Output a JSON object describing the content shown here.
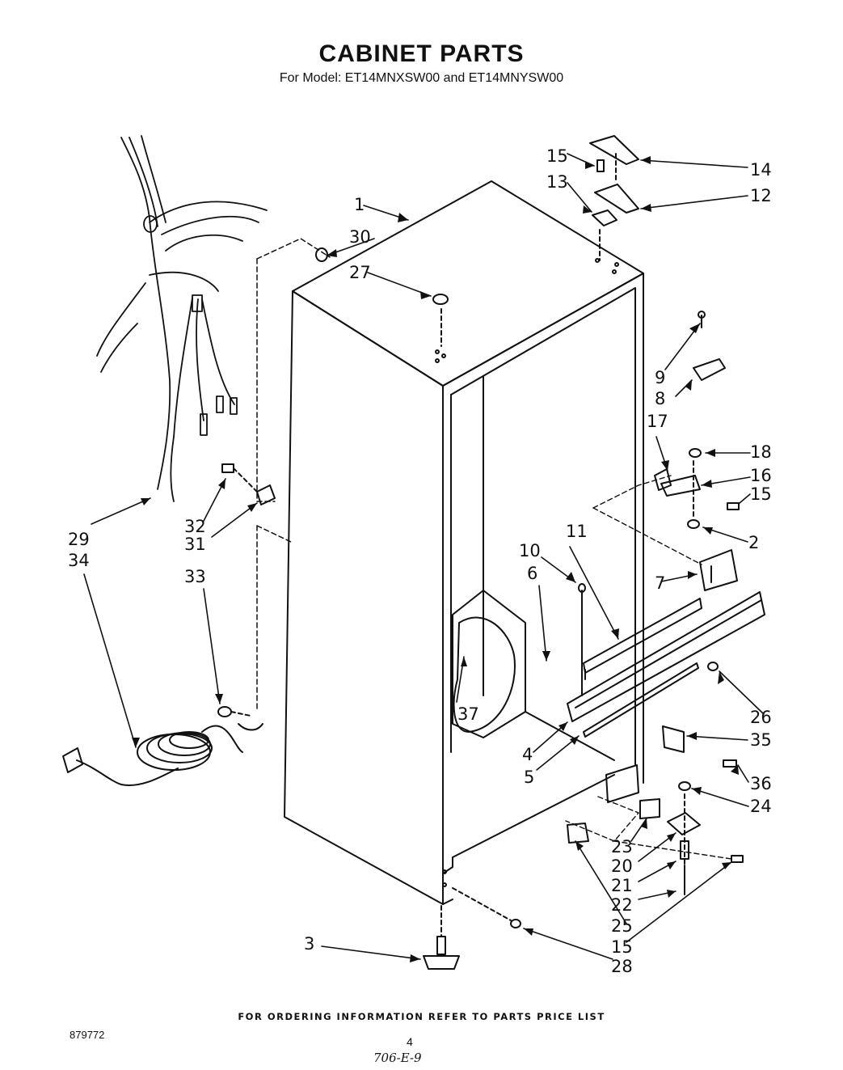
{
  "title": "CABINET PARTS",
  "subtitle": "For Model: ET14MNXSW00 and ET14MNYSW00",
  "footer": "FOR ORDERING INFORMATION REFER TO PARTS PRICE LIST",
  "document_number": "879772",
  "page_number": "4",
  "handwritten_note": "706-E-9",
  "callouts": [
    "1",
    "2",
    "3",
    "4",
    "5",
    "6",
    "7",
    "8",
    "9",
    "10",
    "11",
    "12",
    "13",
    "14",
    "15",
    "15",
    "15",
    "15",
    "16",
    "17",
    "18",
    "20",
    "21",
    "22",
    "23",
    "24",
    "25",
    "26",
    "27",
    "28",
    "29",
    "30",
    "31",
    "32",
    "33",
    "34",
    "35",
    "36",
    "37"
  ]
}
